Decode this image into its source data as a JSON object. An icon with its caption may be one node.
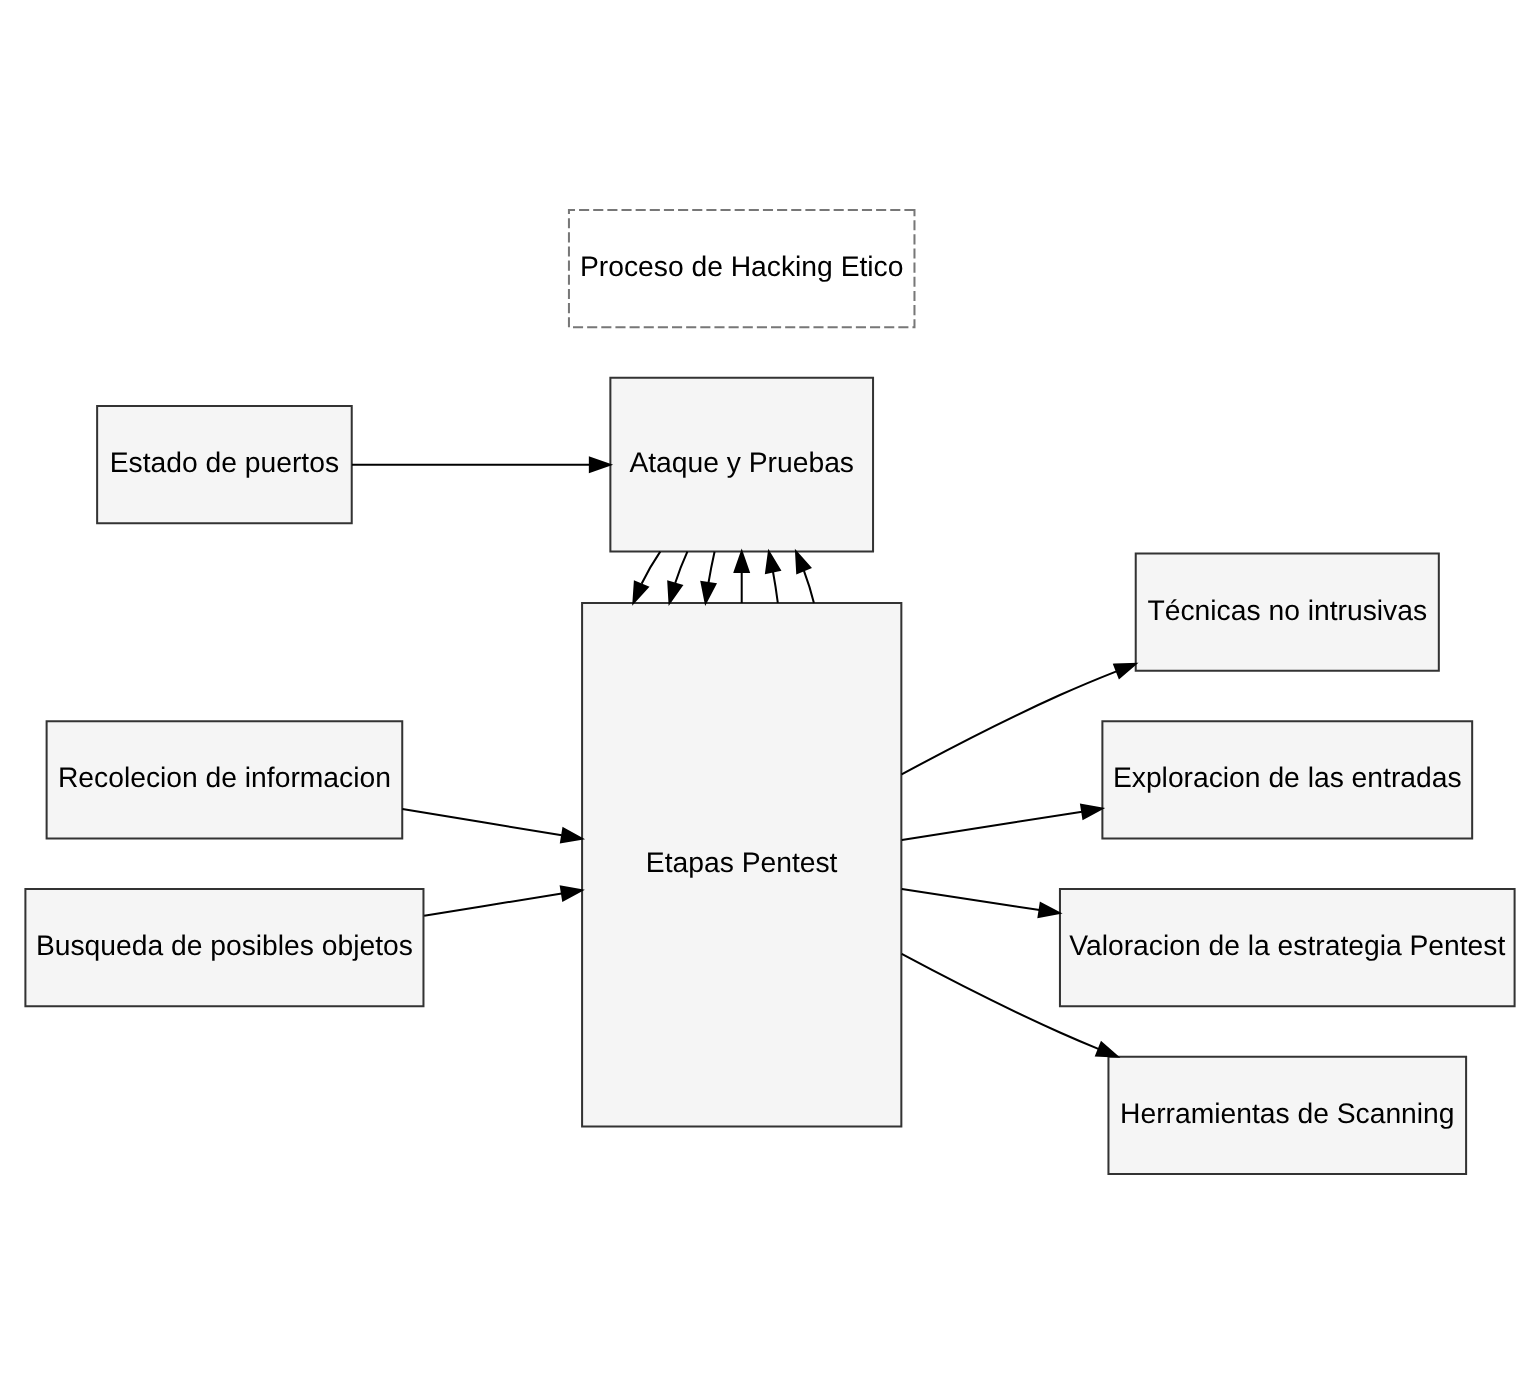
{
  "diagram": {
    "nodes": [
      {
        "text": [
          "Proceso de Hacking Etico"
        ]
      },
      {
        "text": [
          "Recolecion de informacion"
        ]
      },
      {
        "text": [
          "Etapas Pentest"
        ]
      },
      {
        "text": [
          "Técnicas no intrusivas"
        ]
      },
      {
        "text": [
          "Exploracion de las entradas"
        ]
      },
      {
        "text": [
          "Busqueda de posibles objetos"
        ]
      },
      {
        "text": [
          "Valoracion de la estrategia Pentest"
        ]
      },
      {
        "text": [
          "Herramientas de Scanning"
        ]
      },
      {
        "text": [
          "Estado de puertos"
        ]
      },
      {
        "text": [
          "Ataque y Pruebas"
        ]
      }
    ],
    "edges": [
      {
        "from": 1,
        "to": 2,
        "arrow": "to"
      },
      {
        "from": 2,
        "to": 3,
        "arrow": "to"
      },
      {
        "from": 2,
        "to": 4,
        "arrow": "to"
      },
      {
        "from": 5,
        "to": 2,
        "arrow": "to"
      },
      {
        "from": 2,
        "to": 6,
        "arrow": "to"
      },
      {
        "from": 2,
        "to": 7,
        "arrow": "to"
      },
      {
        "from": 2,
        "to": 9,
        "arrow": "to"
      },
      {
        "from": 2,
        "to": 9,
        "arrow": "to"
      },
      {
        "from": 2,
        "to": 9,
        "arrow": "to"
      },
      {
        "from": 9,
        "to": 2,
        "arrow": "to"
      },
      {
        "from": 9,
        "to": 2,
        "arrow": "to"
      },
      {
        "from": 9,
        "to": 2,
        "arrow": "to"
      },
      {
        "from": 8,
        "to": 9,
        "arrow": "to"
      }
    ]
  }
}
